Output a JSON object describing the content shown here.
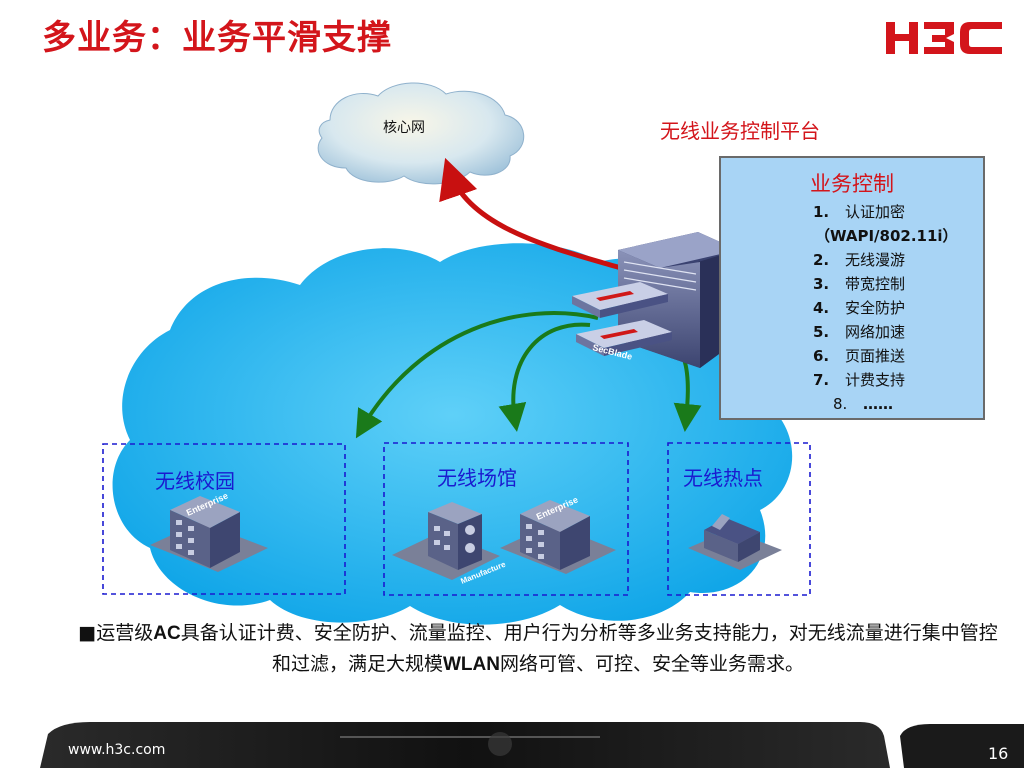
{
  "title": "多业务：业务平滑支撑",
  "logo_text": "H3C",
  "core_cloud_label": "核心网",
  "platform_title": "无线业务控制平台",
  "panel": {
    "heading": "业务控制",
    "items": [
      {
        "num": "1.",
        "text": "认证加密"
      },
      {
        "num": "",
        "text": "（WAPI/802.11i）"
      },
      {
        "num": "2.",
        "text": "无线漫游"
      },
      {
        "num": "3.",
        "text": "带宽控制"
      },
      {
        "num": "4.",
        "text": "安全防护"
      },
      {
        "num": "5.",
        "text": "网络加速"
      },
      {
        "num": "6.",
        "text": "页面推送"
      },
      {
        "num": "7.",
        "text": "计费支持"
      },
      {
        "num": "8.",
        "text": "……"
      }
    ]
  },
  "zones": {
    "campus": "无线校园",
    "venue": "无线场馆",
    "hotspot": "无线热点"
  },
  "device_labels": {
    "secblade": "SecBlade",
    "enterprise": "Enterprise",
    "manufacture": "Manufacture"
  },
  "bottom": {
    "bullet": "■",
    "p1": "运营级",
    "b1": "AC",
    "p2": "具备认证计费、安全防护、流量监控、用户行为分析等多业务支持能力，对无线流量进行集中管控和过滤，满足大规模",
    "b2": "WLAN",
    "p3": "网络可管、可控、安全等业务需求。"
  },
  "footer": {
    "url": "www.h3c.com",
    "page": "16"
  },
  "colors": {
    "title_red": "#d3151b",
    "zone_blue": "#1a1ad0",
    "arrow_red": "#c81010",
    "arrow_green": "#1a7a1a",
    "panel_bg": "#a8d4f5"
  }
}
